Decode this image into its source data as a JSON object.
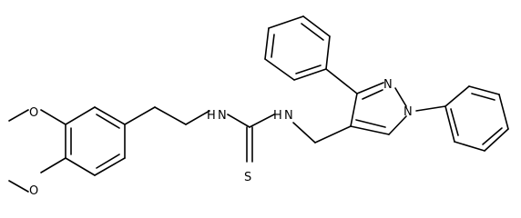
{
  "molecule": {
    "atoms": {
      "o_upper": "O",
      "o_lower": "O",
      "nh_left": "H",
      "nh_left_n": "N",
      "nh_right": "H",
      "nh_right_n": "N",
      "sulfur": "S",
      "pyrazole_n2": "N",
      "pyrazole_n1": "N"
    }
  }
}
